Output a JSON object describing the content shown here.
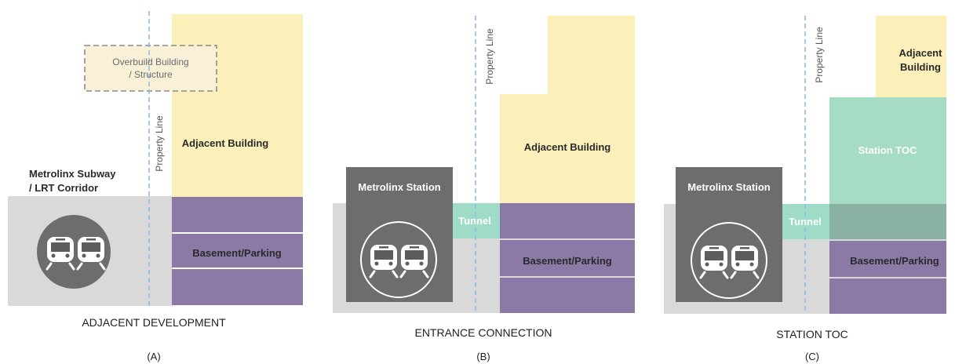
{
  "colors": {
    "ground": "#d9d9d9",
    "building": "#fbf0b9",
    "basement": "#8b79a6",
    "station": "#6d6d6d",
    "tunnel": "#9fdcc7",
    "toc": "#a6dcc3",
    "overlap": "#8aafa3",
    "overbuild": "#f8f1d8",
    "property_line": "#8fbde6"
  },
  "panel_a": {
    "corridor_label_1": "Metrolinx Subway",
    "corridor_label_2": "/ LRT Corridor",
    "overbuild_label_1": "Overbuild Building",
    "overbuild_label_2": "/ Structure",
    "property_line_label": "Property Line",
    "building_label": "Adjacent Building",
    "basement_label": "Basement/Parking",
    "caption": "ADJACENT DEVELOPMENT",
    "letter": "(A)",
    "icon": "train-icon"
  },
  "panel_b": {
    "station_label": "Metrolinx Station",
    "tunnel_label": "Tunnel",
    "property_line_label": "Property Line",
    "building_label": "Adjacent Building",
    "basement_label": "Basement/Parking",
    "caption": "ENTRANCE CONNECTION",
    "letter": "(B)",
    "icon": "train-icon"
  },
  "panel_c": {
    "station_label": "Metrolinx Station",
    "tunnel_label": "Tunnel",
    "property_line_label": "Property Line",
    "building_label_1": "Adjacent",
    "building_label_2": "Building",
    "toc_label": "Station TOC",
    "basement_label": "Basement/Parking",
    "caption": "STATION TOC",
    "letter": "(C)",
    "icon": "train-icon"
  }
}
